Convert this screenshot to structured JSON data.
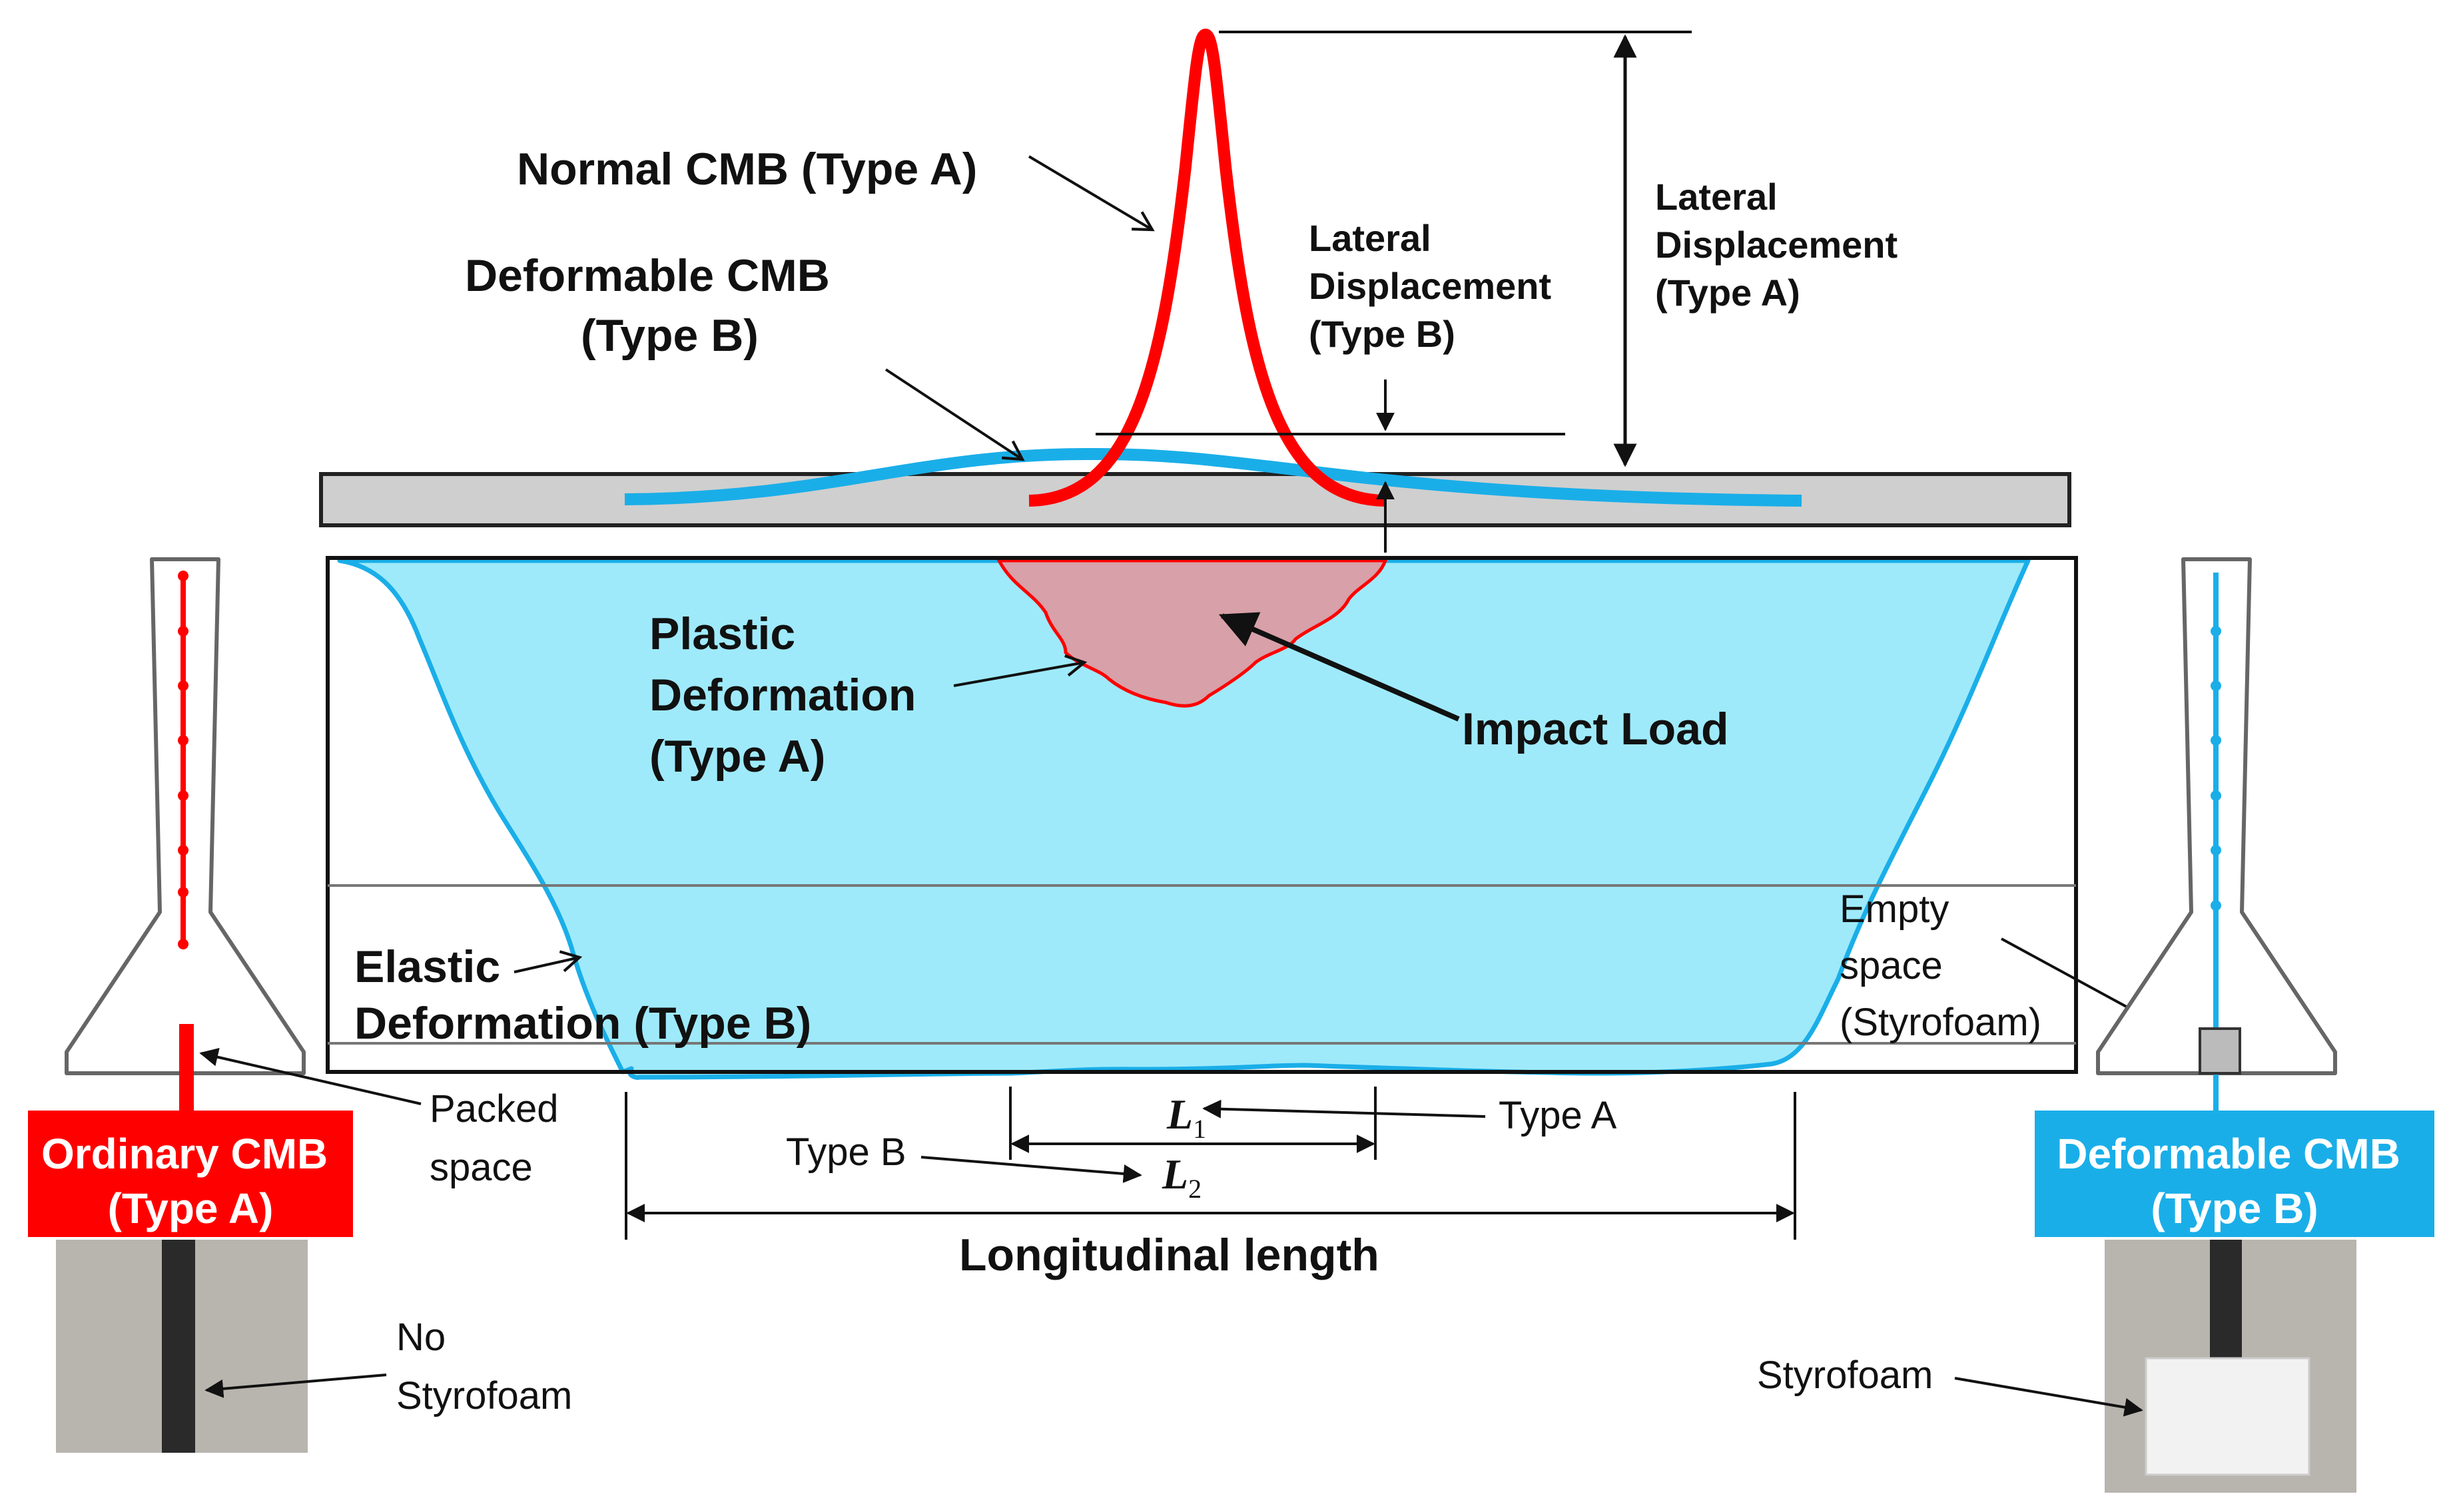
{
  "colors": {
    "type_a": "#ff0000",
    "type_b": "#1aaee8",
    "deformation_fill": "#9eeafb",
    "plastic_fill": "#d8a0a8",
    "beam_fill": "#cfcfcf",
    "photo_fill": "#b8b4ae"
  },
  "labels": {
    "normal_cmb": "Normal CMB (Type A)",
    "deformable_cmb": [
      "Deformable CMB",
      "(Type B)"
    ],
    "lateral_b": [
      "Lateral",
      "Displacement",
      "(Type B)"
    ],
    "lateral_a": [
      "Lateral",
      "Displacement",
      "(Type A)"
    ],
    "plastic": [
      "Plastic",
      "Deformation",
      "(Type A)"
    ],
    "impact": "Impact Load",
    "elastic": [
      "Elastic",
      "Deformation (Type B)"
    ],
    "empty_space": [
      "Empty",
      "space",
      "(Styrofoam)"
    ],
    "packed_space": [
      "Packed",
      "space"
    ],
    "l1": "L",
    "l1_sub": "1",
    "l2": "L",
    "l2_sub": "2",
    "type_a": "Type A",
    "type_b": "Type B",
    "longitudinal": "Longitudinal length",
    "no_styrofoam": [
      "No",
      "Styrofoam"
    ],
    "styrofoam": "Styrofoam"
  },
  "badges": {
    "left": [
      "Ordinary CMB",
      "(Type A)"
    ],
    "right": [
      "Deformable CMB",
      "(Type B)"
    ]
  }
}
